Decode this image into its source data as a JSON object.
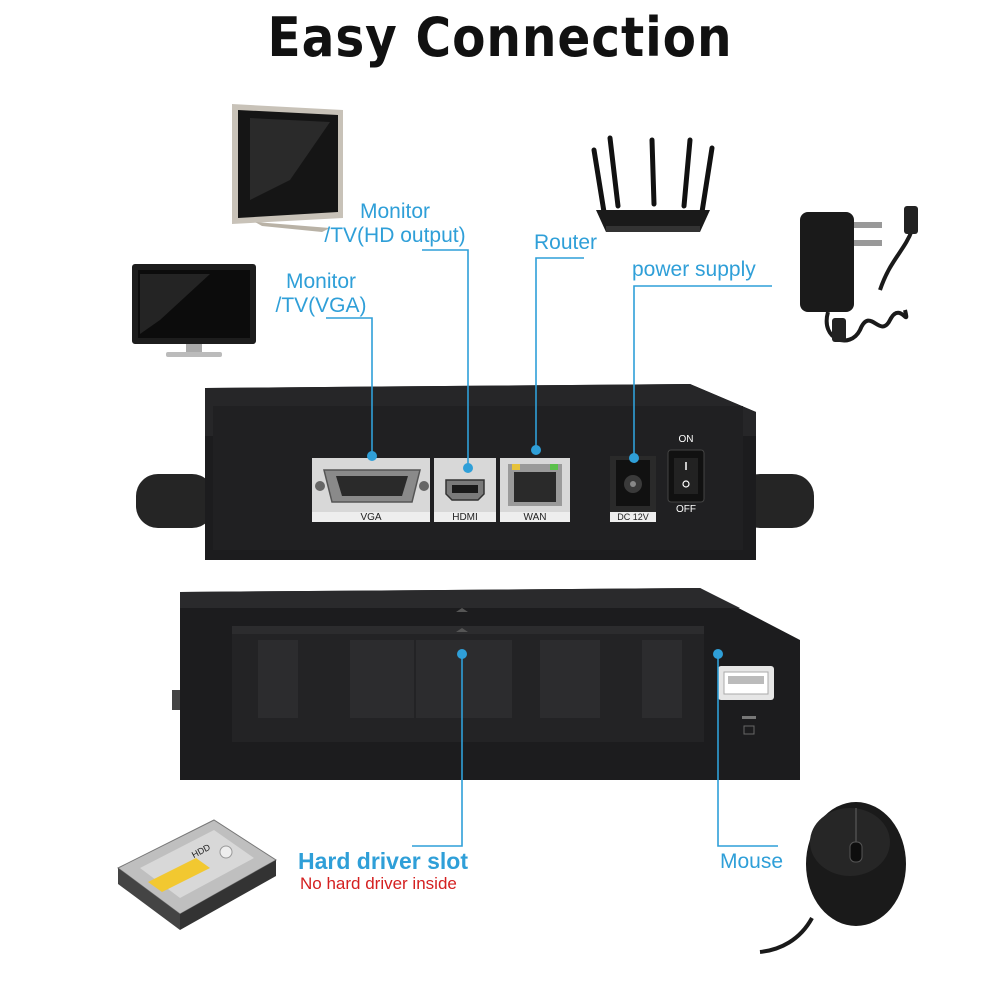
{
  "title": "Easy Connection",
  "labels": {
    "monitor_hd_line1": "Monitor",
    "monitor_hd_line2": "/TV(HD output)",
    "monitor_vga_line1": "Monitor",
    "monitor_vga_line2": "/TV(VGA)",
    "router": "Router",
    "power_supply": "power supply",
    "hard_drive_slot": "Hard driver slot",
    "hard_drive_note": "No hard driver inside",
    "mouse": "Mouse"
  },
  "ports": {
    "vga": "VGA",
    "hdmi": "HDMI",
    "wan": "WAN",
    "dc": "DC 12V",
    "on": "ON",
    "off": "OFF"
  },
  "hdd_label": "HDD",
  "colors": {
    "accent": "#2f9fd8",
    "warning": "#d42020",
    "device": "#1c1c1e"
  }
}
